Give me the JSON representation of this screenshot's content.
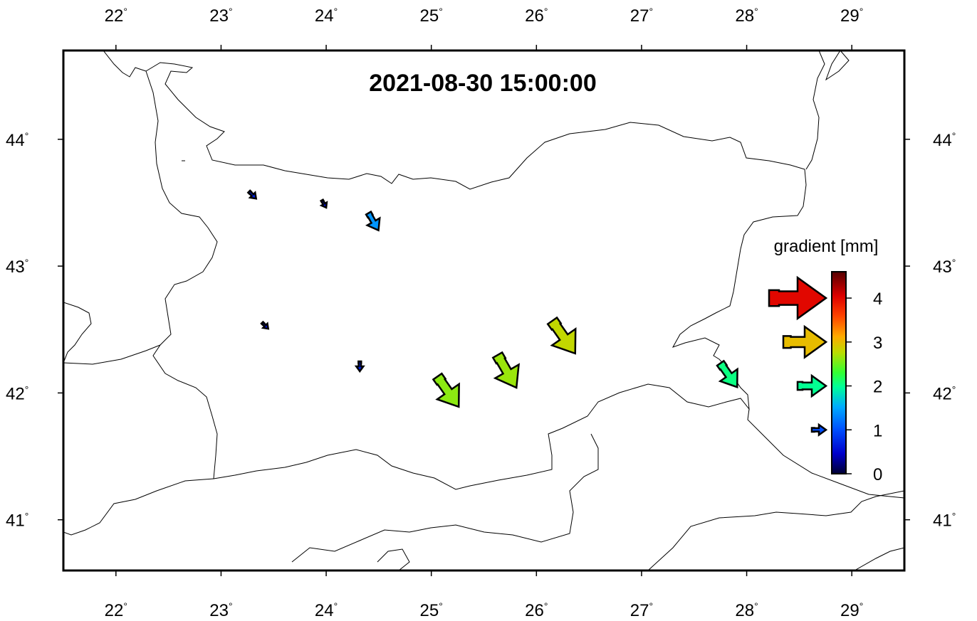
{
  "title": "2021-08-30 15:00:00",
  "map_extent": {
    "lon": [
      21.5,
      29.5
    ],
    "lat": [
      40.6,
      44.7
    ]
  },
  "lon_ticks": [
    {
      "value": 22,
      "label": "22"
    },
    {
      "value": 23,
      "label": "23"
    },
    {
      "value": 24,
      "label": "24"
    },
    {
      "value": 25,
      "label": "25"
    },
    {
      "value": 26,
      "label": "26"
    },
    {
      "value": 27,
      "label": "27"
    },
    {
      "value": 28,
      "label": "28"
    },
    {
      "value": 29,
      "label": "29"
    }
  ],
  "lat_ticks": [
    {
      "value": 41,
      "label": "41"
    },
    {
      "value": 42,
      "label": "42"
    },
    {
      "value": 43,
      "label": "43"
    },
    {
      "value": 44,
      "label": "44"
    }
  ],
  "degree_symbol": "°",
  "arrows": [
    {
      "lon": 23.3,
      "lat": 43.56,
      "direction_deg": 315,
      "magnitude": 0.7
    },
    {
      "lon": 23.98,
      "lat": 43.49,
      "direction_deg": 300,
      "magnitude": 0.6
    },
    {
      "lon": 24.45,
      "lat": 43.35,
      "direction_deg": 300,
      "magnitude": 1.4
    },
    {
      "lon": 23.42,
      "lat": 42.53,
      "direction_deg": 315,
      "magnitude": 0.6
    },
    {
      "lon": 24.32,
      "lat": 42.21,
      "direction_deg": 270,
      "magnitude": 0.7
    },
    {
      "lon": 25.16,
      "lat": 42.01,
      "direction_deg": 305,
      "magnitude": 2.6
    },
    {
      "lon": 25.72,
      "lat": 42.17,
      "direction_deg": 300,
      "magnitude": 2.65
    },
    {
      "lon": 26.26,
      "lat": 42.44,
      "direction_deg": 305,
      "magnitude": 2.8
    },
    {
      "lon": 27.83,
      "lat": 42.14,
      "direction_deg": 305,
      "magnitude": 2.05
    }
  ],
  "colorbar": {
    "label": "gradient [mm]",
    "range": [
      0,
      4.6
    ],
    "ticks": [
      {
        "value": 0,
        "label": "0"
      },
      {
        "value": 1,
        "label": "1"
      },
      {
        "value": 2,
        "label": "2"
      },
      {
        "value": 3,
        "label": "3"
      },
      {
        "value": 4,
        "label": "4"
      }
    ],
    "legend_arrows": [
      4,
      3,
      2,
      1
    ],
    "stops": [
      {
        "offset": 0.0,
        "color": "#000033"
      },
      {
        "offset": 0.1,
        "color": "#0000cc"
      },
      {
        "offset": 0.22,
        "color": "#0050ff"
      },
      {
        "offset": 0.33,
        "color": "#00aaff"
      },
      {
        "offset": 0.43,
        "color": "#00ff99"
      },
      {
        "offset": 0.5,
        "color": "#33ff33"
      },
      {
        "offset": 0.6,
        "color": "#bbdd00"
      },
      {
        "offset": 0.68,
        "color": "#ffaa00"
      },
      {
        "offset": 0.78,
        "color": "#ff4400"
      },
      {
        "offset": 0.88,
        "color": "#dd0000"
      },
      {
        "offset": 1.0,
        "color": "#550000"
      }
    ]
  }
}
